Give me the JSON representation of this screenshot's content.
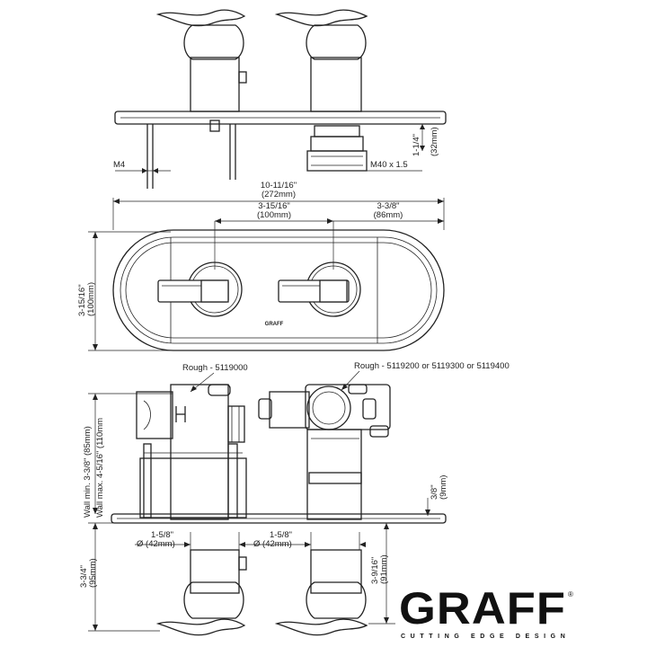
{
  "dimensions": {
    "m4": "M4",
    "height_imperial": "1-1/4\"",
    "height_metric": "(32mm)",
    "thread": "M40 x 1.5",
    "overall_width_imperial": "10-11/16\"",
    "overall_width_metric": "(272mm)",
    "center_spacing_imperial": "3-15/16\"",
    "center_spacing_metric": "(100mm)",
    "edge_offset_imperial": "3-3/8\"",
    "edge_offset_metric": "(86mm)",
    "plate_height_imperial": "3-15/16\"",
    "plate_height_metric": "(100mm)",
    "wall_range": "Wall min. 3-3/8\" (85mm)",
    "wall_range_max": "Wall max. 4-5/16\" (110mm",
    "depth_imperial": "3/8\"",
    "depth_metric": "(9mm)",
    "left_dia_imperial": "1-5/8\"",
    "left_dia_metric": "Ø (42mm)",
    "right_dia_imperial": "1-5/8\"",
    "right_dia_metric": "Ø (42mm)",
    "left_proj_imperial": "3-3/4\"",
    "left_proj_metric": "(95mm)",
    "right_proj_imperial": "3-9/16\"",
    "right_proj_metric": "(91mm)"
  },
  "labels": {
    "rough_left": "Rough - 5119000",
    "rough_right": "Rough - 5119200 or 5119300 or 5119400",
    "center_mark": "GRAFF"
  },
  "logo": {
    "wordmark": "GRAFF",
    "registered": "®",
    "tagline": "CUTTING EDGE DESIGN"
  }
}
